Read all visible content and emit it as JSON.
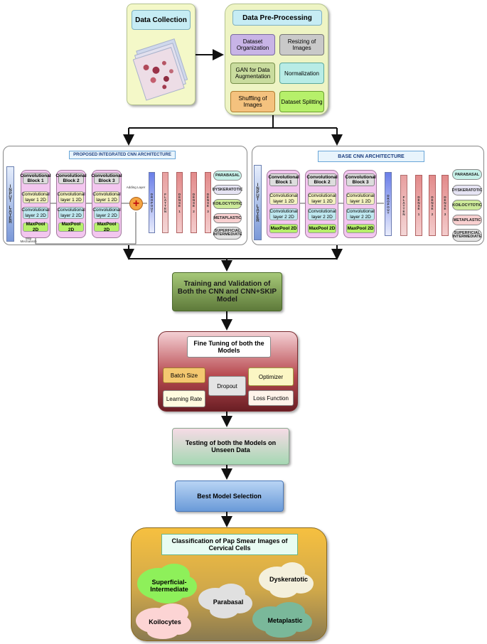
{
  "data_collection": {
    "title": "Data Collection"
  },
  "preprocessing": {
    "title": "Data Pre-Processing",
    "items": [
      "Dataset Organization",
      "Resizing of Images",
      "GAN for Data Augmentation",
      "Normalization",
      "Shuffling of Images",
      "Dataset Splitting"
    ]
  },
  "proposed_arch": {
    "title": "PROPOSED INTEGRATED CNN ARCHITECTURE",
    "input_layer": "INPUT LAYER",
    "blocks": [
      {
        "title": "Convolutional Block 1",
        "layers": [
          "Convolutional layer 1 2D",
          "Convolutional layer 2 2D",
          "MaxPool 2D"
        ]
      },
      {
        "title": "Convolutional Block 2",
        "layers": [
          "Convolutional layer 1 2D",
          "Convolutional layer 2 2D",
          "MaxPool 2D"
        ]
      },
      {
        "title": "Convolutional Block 3",
        "layers": [
          "Convolutional layer 1 2D",
          "Convolutional layer 2 2D",
          "MaxPool 2D"
        ]
      }
    ],
    "skip_label": "Skip Mechanism",
    "adding_label": "Adding Layer",
    "dropout": "DROPOUT",
    "flatten": "FLATTEN",
    "dense1": "DENSE 1",
    "dense2": "DENSE 2",
    "dense3": "DENSE 3",
    "outputs": [
      "PARABASAL",
      "DYSKERATOTIC",
      "KOILOCYTOTIC",
      "METAPLASTIC",
      "SUPERFICIAL INTERMEDIATE"
    ]
  },
  "base_arch": {
    "title": "BASE CNN ARCHITECTURE",
    "input_layer": "INPUT LAYER",
    "blocks": [
      {
        "title": "Convolutional Block 1",
        "layers": [
          "Convolutional layer 1 2D",
          "Convolutional layer 2 2D",
          "MaxPool 2D"
        ]
      },
      {
        "title": "Convolutional Block 2",
        "layers": [
          "Convolutional layer 1 2D",
          "Convolutional layer 2 2D",
          "MaxPool 2D"
        ]
      },
      {
        "title": "Convolutional Block 3",
        "layers": [
          "Convolutional layer 1 2D",
          "Convolutional layer 2 2D",
          "MaxPool 2D"
        ]
      }
    ],
    "dropout": "DROPOUT",
    "flatten": "FLATTEN",
    "dense1": "DENSE 1",
    "dense2": "DENSE 2",
    "dense3": "DENSE 3",
    "outputs": [
      "PARABASAL",
      "DYSKERATOTIC",
      "KOILOCYTOTIC",
      "METAPLASTIC",
      "SUPERFICIAL INTERMEDIATE"
    ]
  },
  "training": {
    "title": "Training and Validation of Both the CNN and CNN+SKIP Model"
  },
  "fine_tuning": {
    "title": "Fine Tuning of both the Models",
    "batch_size": "Batch Size",
    "optimizer": "Optimizer",
    "dropout": "Dropout",
    "learning_rate": "Learning Rate",
    "loss_function": "Loss Function"
  },
  "testing": {
    "title": "Testing of both the Models on Unseen Data"
  },
  "selection": {
    "title": "Best Model Selection"
  },
  "classification": {
    "title": "Classification of Pap Smear Images of Cervical Cells",
    "classes": {
      "superficial": "Superficial-Intermediate",
      "dyskeratotic": "Dyskeratotic",
      "parabasal": "Parabasal",
      "koilocytes": "Koilocytes",
      "metaplastic": "Metaplastic"
    }
  },
  "colors": {
    "arrow": "#111111",
    "conv_block": "#f3c6ef",
    "training": "#6b8a3f",
    "fine_tuning": "#b73a40",
    "testing": "#a8d7b0",
    "selection": "#7aa6e0",
    "classification": "#f0b43a"
  }
}
